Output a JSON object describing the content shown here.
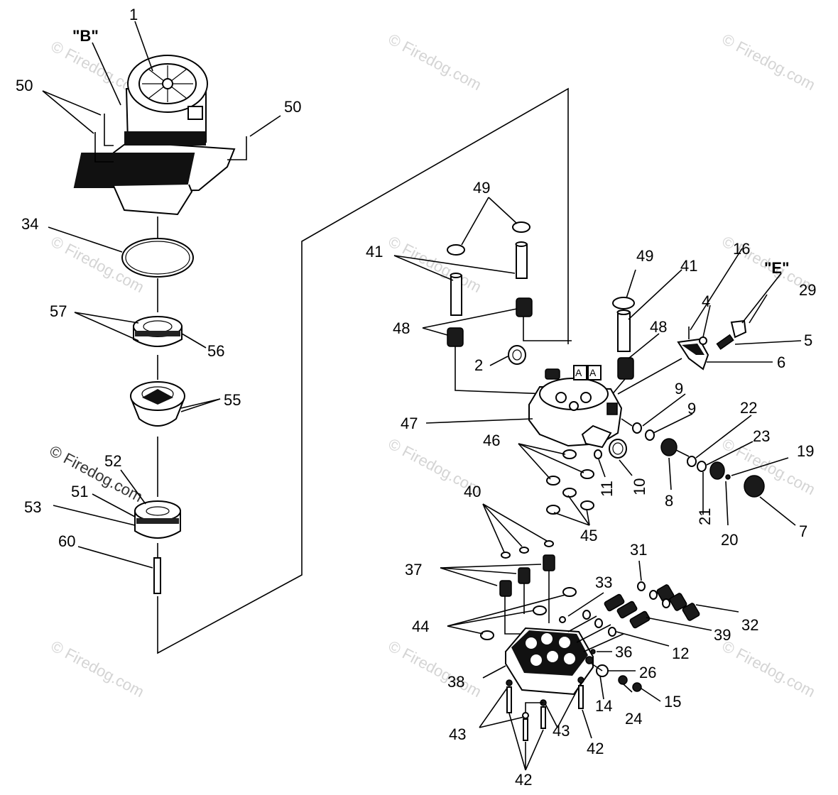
{
  "watermark": "© Firedog.com",
  "callouts": {
    "c1": "1",
    "cB": "\"B\"",
    "c50a": "50",
    "c50b": "50",
    "c34": "34",
    "c57": "57",
    "c56": "56",
    "c55": "55",
    "c52": "52",
    "c51": "51",
    "c53": "53",
    "c60": "60",
    "c49a": "49",
    "c41a": "41",
    "c48a": "48",
    "c2": "2",
    "c47": "47",
    "c46": "46",
    "c45": "45",
    "c11": "11",
    "c10": "10",
    "c8": "8",
    "c9a": "9",
    "c9b": "9",
    "c21": "21",
    "c22": "22",
    "c23": "23",
    "c20": "20",
    "c19": "19",
    "c7": "7",
    "c49b": "49",
    "c41b": "41",
    "c48b": "48",
    "c16": "16",
    "c4": "4",
    "cE": "\"E\"",
    "c29": "29",
    "c5": "5",
    "c6": "6",
    "cA1": "A",
    "cA2": "A",
    "c40": "40",
    "c37": "37",
    "c44": "44",
    "c33": "33",
    "c31": "31",
    "c32": "32",
    "c39": "39",
    "c12": "12",
    "c36": "36",
    "c38": "38",
    "c26": "26",
    "c14": "14",
    "c24": "24",
    "c15": "15",
    "c43a": "43",
    "c43b": "43",
    "c42a": "42",
    "c42b": "42"
  }
}
